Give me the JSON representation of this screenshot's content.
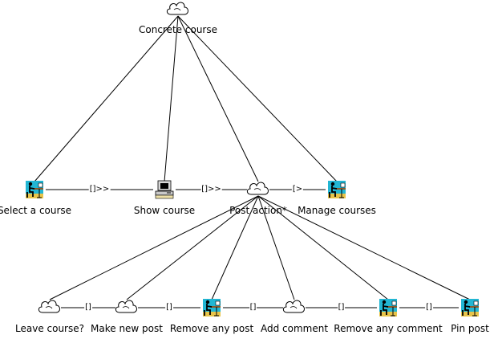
{
  "nodes": [
    {
      "id": "root",
      "label": "Concrete course",
      "icon": "cloud-icon"
    },
    {
      "id": "select",
      "label": "Select a course",
      "icon": "user-at-desk-icon"
    },
    {
      "id": "show",
      "label": "Show course",
      "icon": "computer-icon"
    },
    {
      "id": "post",
      "label": "Post action*",
      "icon": "cloud-icon"
    },
    {
      "id": "manage",
      "label": "Manage courses",
      "icon": "user-at-desk-icon"
    },
    {
      "id": "leave",
      "label": "Leave course?",
      "icon": "cloud-icon"
    },
    {
      "id": "newpost",
      "label": "Make new post",
      "icon": "cloud-icon"
    },
    {
      "id": "rmpost",
      "label": "Remove any post",
      "icon": "user-at-desk-icon"
    },
    {
      "id": "addc",
      "label": "Add comment",
      "icon": "cloud-icon"
    },
    {
      "id": "rmc",
      "label": "Remove any comment",
      "icon": "user-at-desk-icon"
    },
    {
      "id": "pin",
      "label": "Pin post",
      "icon": "user-at-desk-icon"
    }
  ],
  "edges": [
    {
      "from": "root",
      "to": "select"
    },
    {
      "from": "root",
      "to": "show"
    },
    {
      "from": "root",
      "to": "post"
    },
    {
      "from": "root",
      "to": "manage"
    },
    {
      "from": "post",
      "to": "leave"
    },
    {
      "from": "post",
      "to": "newpost"
    },
    {
      "from": "post",
      "to": "rmpost"
    },
    {
      "from": "post",
      "to": "addc"
    },
    {
      "from": "post",
      "to": "rmc"
    },
    {
      "from": "post",
      "to": "pin"
    }
  ],
  "operators": [
    {
      "between": [
        "select",
        "show"
      ],
      "label": "[]>>"
    },
    {
      "between": [
        "show",
        "post"
      ],
      "label": "[]>>"
    },
    {
      "between": [
        "post",
        "manage"
      ],
      "label": "[>"
    },
    {
      "between": [
        "leave",
        "newpost"
      ],
      "label": "[]"
    },
    {
      "between": [
        "newpost",
        "rmpost"
      ],
      "label": "[]"
    },
    {
      "between": [
        "rmpost",
        "addc"
      ],
      "label": "[]"
    },
    {
      "between": [
        "addc",
        "rmc"
      ],
      "label": "[]"
    },
    {
      "between": [
        "rmc",
        "pin"
      ],
      "label": "[]"
    }
  ]
}
